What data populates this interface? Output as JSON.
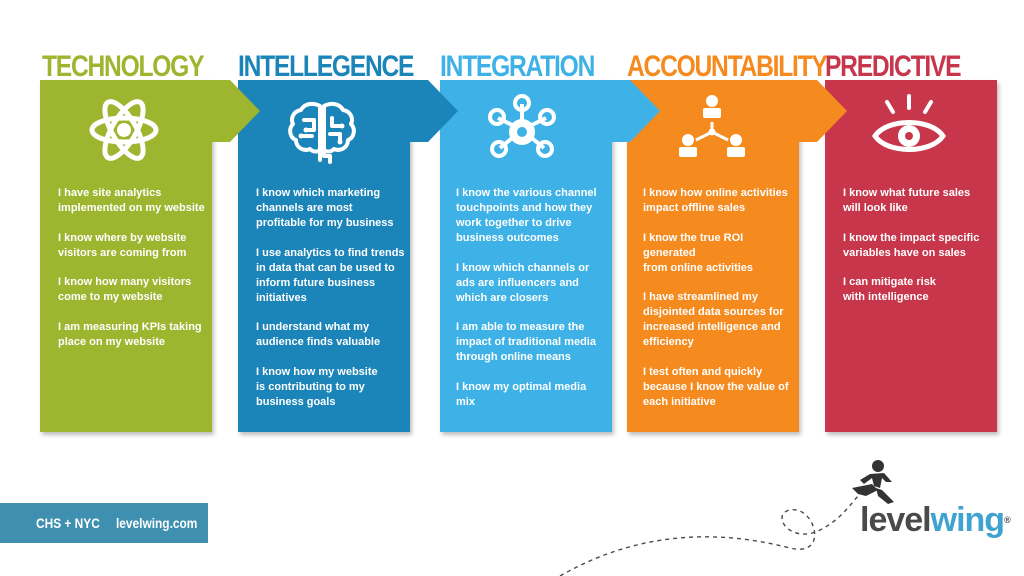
{
  "columns": [
    {
      "title": "TECHNOLOGY",
      "color": "#9db52f",
      "icon": "atom-icon",
      "statements": [
        "I have site analytics\nimplemented on my website",
        "I know where by website\nvisitors are coming from",
        "I know how many visitors\ncome to my website",
        "I am measuring KPIs taking\nplace on my website"
      ]
    },
    {
      "title": "INTELLEGENCE",
      "color": "#1b84b9",
      "icon": "brain-circuit-icon",
      "statements": [
        "I know which marketing\nchannels are most\nprofitable for my business",
        "I use analytics to find trends\nin data that can be used to\ninform future business\ninitiatives",
        "I understand what my\naudience finds valuable",
        "I know how my website\nis contributing to my\nbusiness goals"
      ]
    },
    {
      "title": "INTEGRATION",
      "color": "#3eb2e6",
      "icon": "network-hub-icon",
      "statements": [
        "I know the various channel\ntouchpoints and how they\nwork together to drive\nbusiness outcomes",
        "I know which channels or\nads are influencers and\nwhich are closers",
        "I am able to measure the\nimpact of traditional media\nthrough online means",
        "I know my optimal media mix"
      ]
    },
    {
      "title": "ACCOUNTABILITY",
      "color": "#f58a1f",
      "icon": "org-chart-icon",
      "statements": [
        "I know how online activities\nimpact offline sales",
        "I know the true ROI generated\nfrom online activities",
        "I have streamlined my\ndisjointed data sources for\nincreased intelligence and\nefficiency",
        "I test often and quickly\nbecause I know the value of\neach initiative"
      ]
    },
    {
      "title": "PREDICTIVE",
      "color": "#c8364b",
      "icon": "eye-icon",
      "statements": [
        "I know what future sales\nwill look like",
        "I know the impact specific\nvariables have on sales",
        "I can mitigate risk\nwith intelligence"
      ]
    }
  ],
  "footer": {
    "location": "CHS + NYC",
    "website": "levelwing.com",
    "color": "#3e8fb0"
  },
  "logo": {
    "text_dark": "level",
    "text_accent": "wing",
    "mark": "®"
  }
}
